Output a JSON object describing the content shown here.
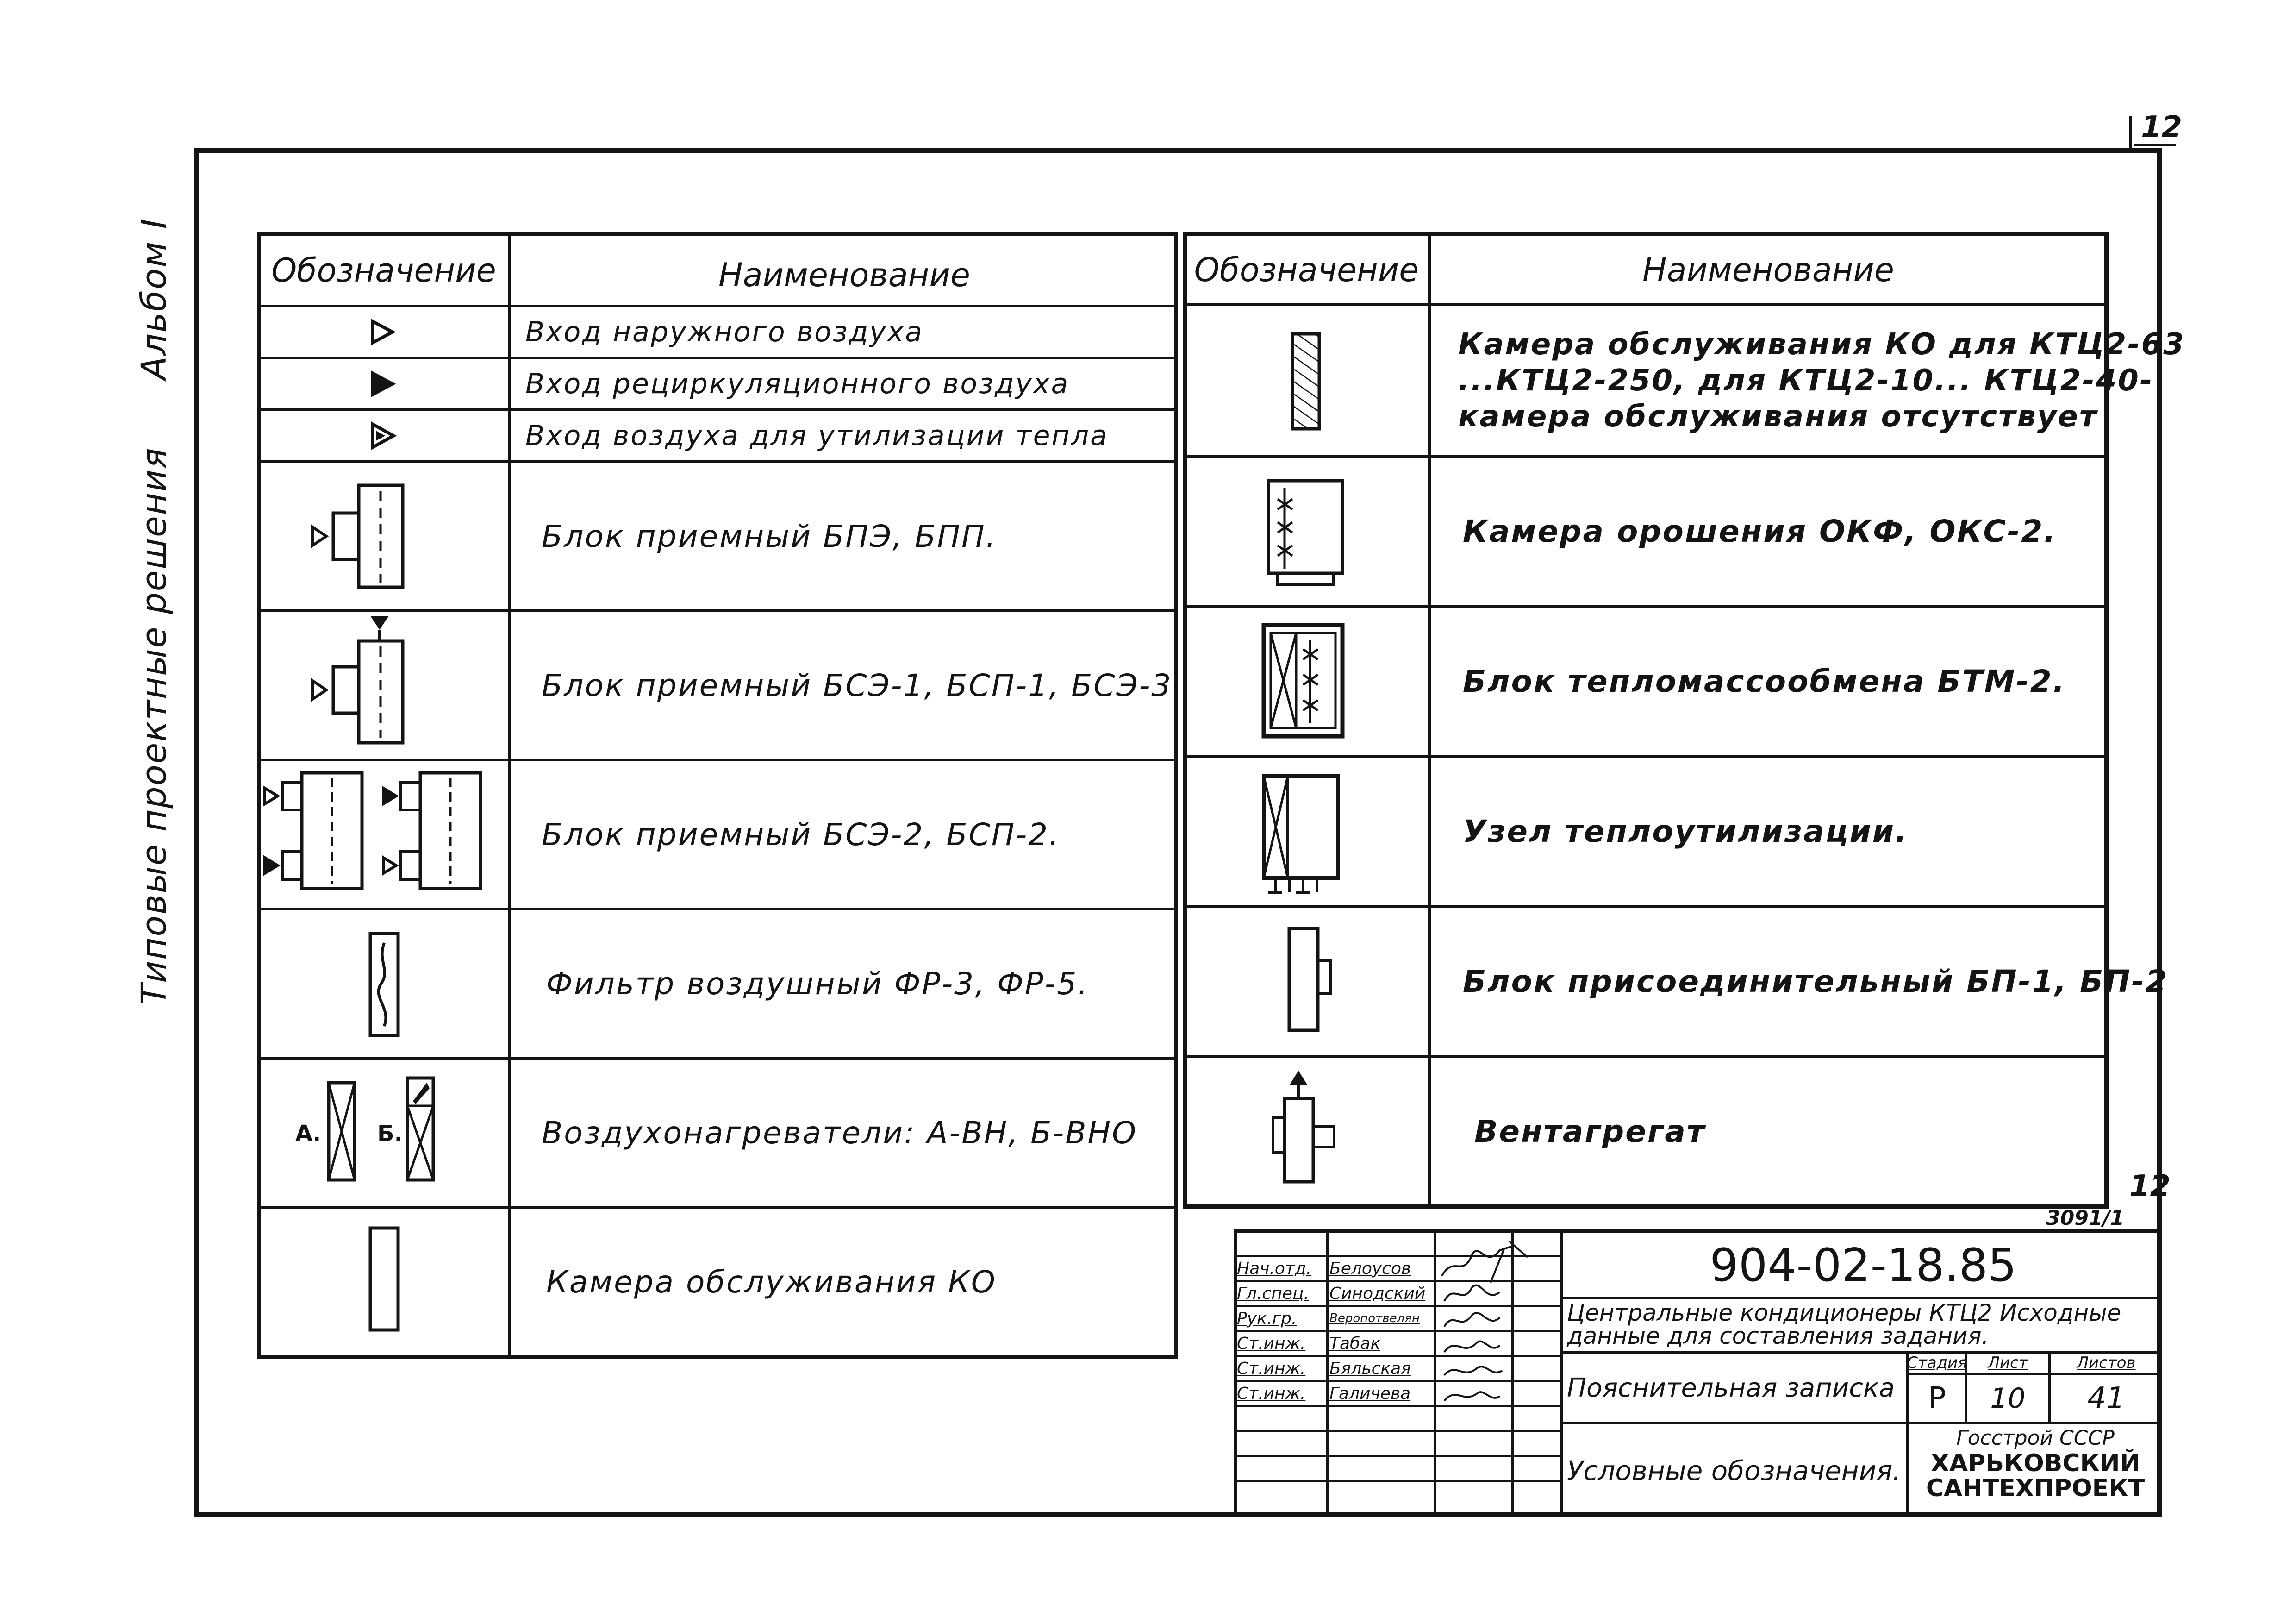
{
  "page": {
    "number_top": "12",
    "number_side": "12",
    "sheet_code": "3091/1",
    "side_album": "Альбом I",
    "side_series": "Типовые проектные решения"
  },
  "left_table": {
    "header_symbol": "Обозначение",
    "header_name": "Наименование",
    "rows": [
      {
        "name": "Вход наружного воздуха",
        "icon": "outdoor-air-inlet-icon"
      },
      {
        "name": "Вход рециркуляционного воздуха",
        "icon": "recirculation-air-inlet-icon"
      },
      {
        "name": "Вход воздуха для утилизации тепла",
        "icon": "heat-recovery-air-inlet-icon"
      },
      {
        "name": "Блок приемный  БПЭ, БПП.",
        "icon": "intake-block-bpe-icon"
      },
      {
        "name": "Блок приемный  БСЭ-1, БСП-1, БСЭ-3",
        "icon": "intake-block-bse1-icon"
      },
      {
        "name": "Блок приемный  БСЭ-2, БСП-2.",
        "icon": "intake-block-bse2-icon"
      },
      {
        "name": "Фильтр воздушный  ФР-3, ФР-5.",
        "icon": "air-filter-icon"
      },
      {
        "name": "Воздухонагреватели: А-ВН, Б-ВНО",
        "icon": "air-heater-icon",
        "label_a": "А.",
        "label_b": "Б."
      },
      {
        "name": "Камера обслуживания  КО",
        "icon": "service-chamber-icon"
      }
    ]
  },
  "right_table": {
    "header_symbol": "Обозначение",
    "header_name": "Наименование",
    "rows": [
      {
        "name": "Камера обслуживания КО для КТЦ2-63\n...КТЦ2-250, для КТЦ2-10... КТЦ2-40-\nкамера обслуживания отсутствует",
        "icon": "service-chamber-hatched-icon"
      },
      {
        "name": "Камера орошения  ОКФ, ОКС-2.",
        "icon": "spray-chamber-icon"
      },
      {
        "name": "Блок тепломассообмена  БТМ-2.",
        "icon": "heat-mass-exchange-icon"
      },
      {
        "name": "Узел теплоутилизации.",
        "icon": "heat-recovery-unit-icon"
      },
      {
        "name": "Блок присоединительный  БП-1, БП-2",
        "icon": "connecting-block-icon"
      },
      {
        "name": "Вентагрегат",
        "icon": "fan-unit-icon"
      }
    ]
  },
  "title_block": {
    "roles": [
      "Нач.отд.",
      "Гл.спец.",
      "Рук.гр.",
      "Ст.инж.",
      "Ст.инж.",
      "Ст.инж."
    ],
    "names": [
      "Белоусов",
      "Синодский",
      "Веропотвелян",
      "Табак",
      "Бяльская",
      "Галичева"
    ],
    "project_code": "904-02-18.85",
    "description": "Центральные кондиционеры КТЦ2 Исходные данные для составления задания.",
    "note_type": "Пояснительная записка",
    "sheet_title": "Условные обозначения.",
    "stage_label": "Стадия",
    "sheet_label": "Лист",
    "sheets_label": "Листов",
    "stage": "Р",
    "sheet": "10",
    "sheets": "41",
    "org_1": "Госстрой СССР",
    "org_2": "ХАРЬКОВСКИЙ",
    "org_3": "САНТЕХПРОЕКТ"
  },
  "colors": {
    "ink": "#141414",
    "paper": "#ffffff"
  }
}
